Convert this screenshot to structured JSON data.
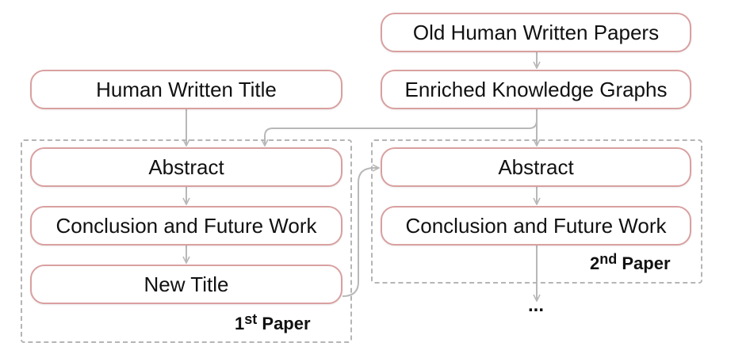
{
  "nodes": {
    "old_papers": "Old Human Written Papers",
    "enriched_kg": "Enriched Knowledge Graphs",
    "human_title": "Human Written Title",
    "p1_abstract": "Abstract",
    "p1_conclusion": "Conclusion and Future Work",
    "p1_new_title": "New Title",
    "p2_abstract": "Abstract",
    "p2_conclusion": "Conclusion and Future Work"
  },
  "groups": {
    "paper1": {
      "num": "1",
      "sup": "st",
      "label": "Paper"
    },
    "paper2": {
      "num": "2",
      "sup": "nd",
      "label": "Paper"
    }
  },
  "continuation": "...",
  "colors": {
    "node_border": "#d9a0a0",
    "group_border": "#b5b5b5",
    "arrow": "#b8b8b8"
  }
}
